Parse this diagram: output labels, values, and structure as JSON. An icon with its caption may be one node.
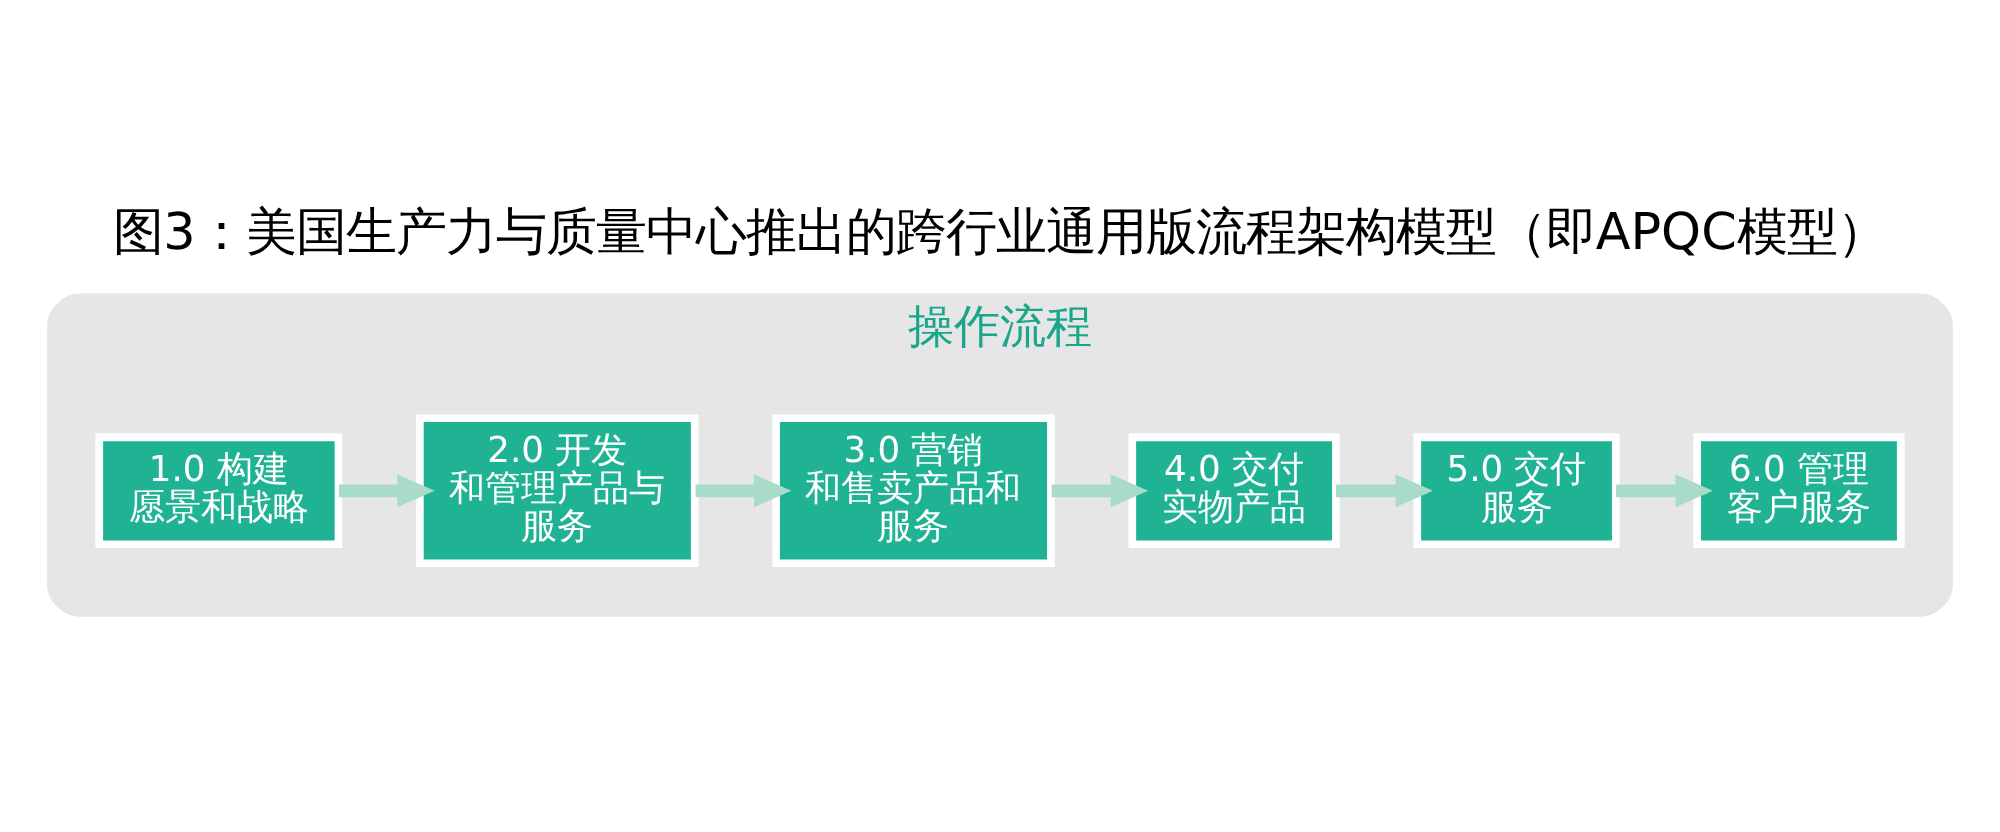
{
  "diagram": {
    "title": "图3：美国生产力与质量中心推出的跨行业通用版流程架构模型（即APQC模型）",
    "nodes": [
      {
        "text": [
          "操作流程"
        ]
      },
      {
        "text": [
          "1.0 构建愿景和战略"
        ],
        "in": 0
      },
      {
        "text": [
          "2.0 开发和管理产品与服务"
        ],
        "in": 0
      },
      {
        "text": [
          "3.0 营销和售卖产品和服务"
        ],
        "in": 0
      },
      {
        "text": [
          "4.0 交付实物产品"
        ],
        "in": 0
      },
      {
        "text": [
          "5.0 交付服务"
        ],
        "in": 0
      },
      {
        "text": [
          "6.0 管理客户服务"
        ],
        "in": 0
      }
    ],
    "edges": [
      {
        "from": 1,
        "to": 2,
        "arrow": "to"
      },
      {
        "from": 2,
        "to": 3,
        "arrow": "to"
      },
      {
        "from": 3,
        "to": 4,
        "arrow": "to"
      },
      {
        "from": 4,
        "to": 5,
        "arrow": "to"
      },
      {
        "from": 5,
        "to": 6,
        "arrow": "to"
      }
    ]
  }
}
